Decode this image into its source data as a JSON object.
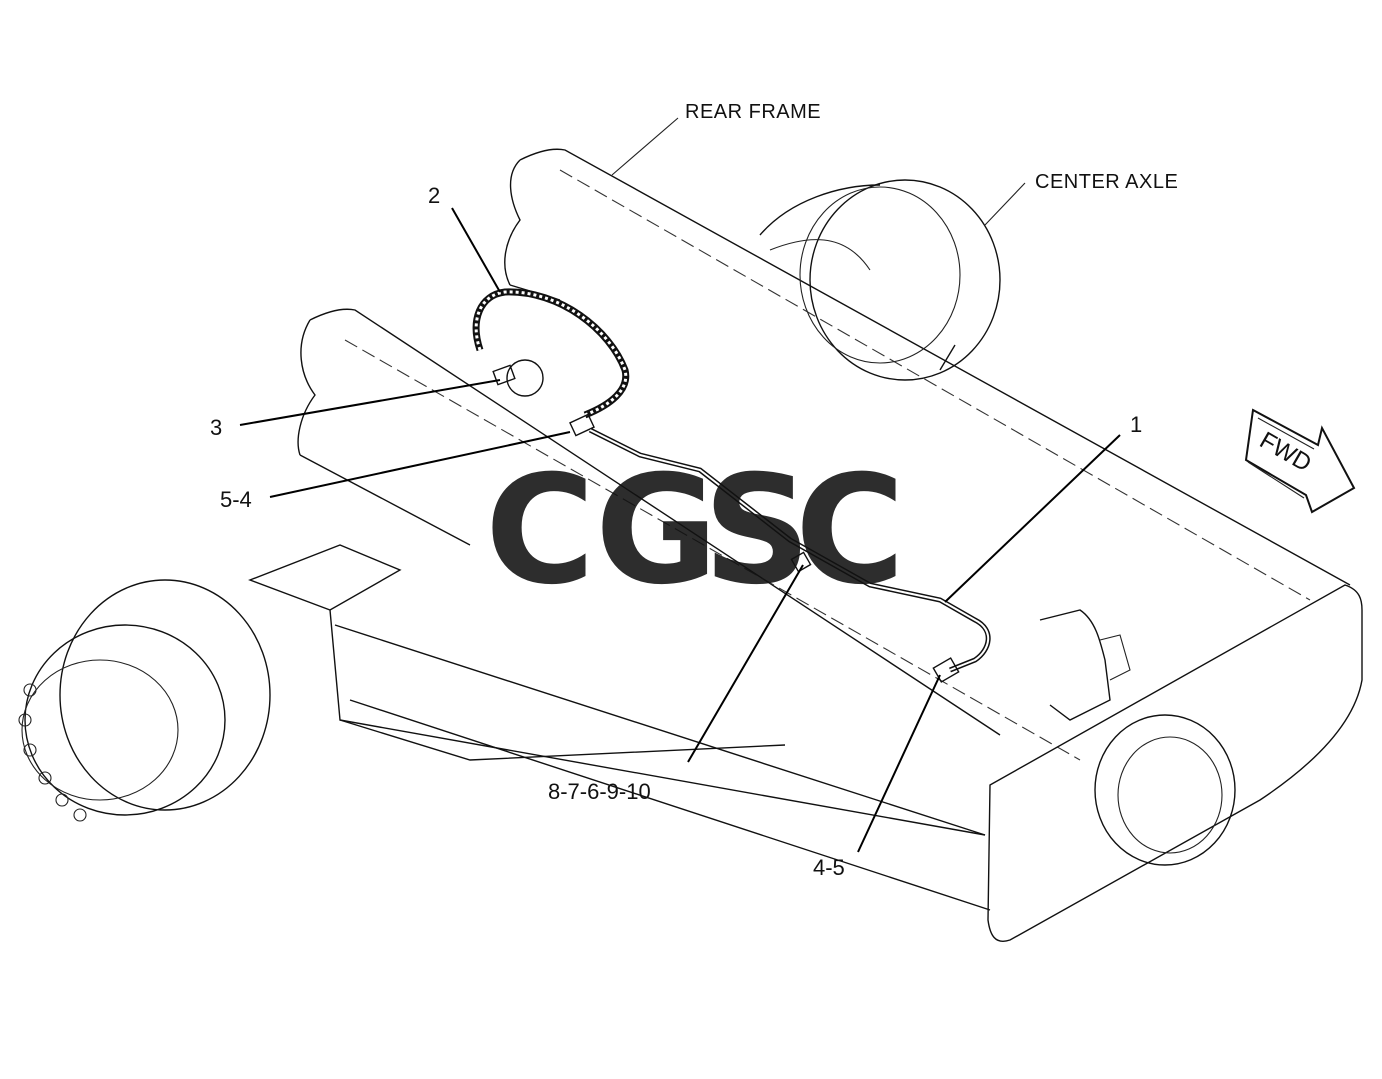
{
  "labels": {
    "rear_frame": "REAR FRAME",
    "center_axle": "CENTER AXLE",
    "callout_1": "1",
    "callout_2": "2",
    "callout_3": "3",
    "callout_5_4": "5-4",
    "callout_8_7_6_9_10": "8-7-6-9-10",
    "callout_4_5": "4-5",
    "fwd": "FWD"
  },
  "watermark": {
    "letters": [
      "C",
      "G",
      "S",
      "C"
    ],
    "colors": [
      "#7fb0f5",
      "#f4958c",
      "#f6d55c",
      "#6fbf9a"
    ]
  }
}
